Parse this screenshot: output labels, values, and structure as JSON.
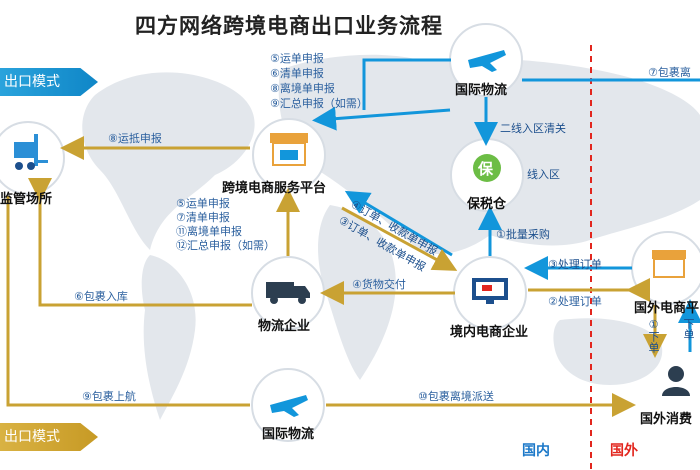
{
  "title": "四方网络跨境电商出口业务流程",
  "modes": {
    "top": "出口模式",
    "bottom": "出口模式"
  },
  "nodes": {
    "supervision": "监管场所",
    "platform": "跨境电商服务平台",
    "intl_logistics_top": "国际物流",
    "bonded": "保税仓",
    "bonded_icon_char": "保",
    "domestic_merchant": "境内电商企业",
    "logistics_company": "物流企业",
    "foreign_platform": "国外电商平",
    "intl_logistics_bottom": "国际物流",
    "foreign_consumer": "国外消费"
  },
  "labels": {
    "platform_reports_top": [
      "⑤运单申报",
      "⑥清单申报",
      "⑧离境单申报",
      "⑨汇总申报（如需）"
    ],
    "platform_reports_left": [
      "⑤运单申报",
      "⑦清单申报",
      "⑪离境单申报",
      "⑫汇总申报（如需）"
    ],
    "arrival_report": "⑧运抵申报",
    "package_in": "⑥包裹入库",
    "package_flight": "⑨包裹上航",
    "package_delivery": "⑩包裹离境派送",
    "package_top_right": "⑦包裹离",
    "goods_handover": "④货物交付",
    "order_report_1": "④订单、收款单申报",
    "order_report_2": "③订单、收款单申报",
    "second_line": "二线入区清关",
    "first_line": "线入区",
    "bulk_purchase": "①批量采购",
    "process_order_3": "③处理订单",
    "process_order_2": "②处理订单",
    "place_order": "①下单",
    "place_order_right": "下单"
  },
  "regions": {
    "domestic": "国内",
    "foreign": "国外"
  },
  "colors": {
    "blue": "#1296db",
    "gold": "#c9a233",
    "red_divider": "#e2261e",
    "map": "#e3e7ec"
  }
}
